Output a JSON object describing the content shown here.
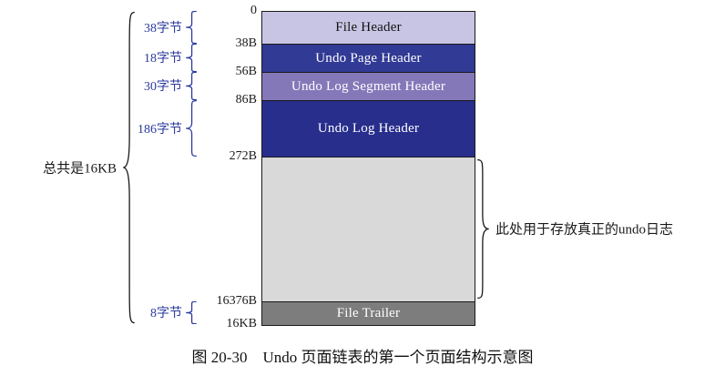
{
  "diagram": {
    "total_label": "总共是16KB",
    "right_annotation": "此处用于存放真正的undo日志",
    "caption": "图 20-30　Undo 页面链表的第一个页面结构示意图",
    "offsets": [
      "0",
      "38B",
      "56B",
      "86B",
      "272B",
      "16376B",
      "16KB"
    ],
    "size_labels": [
      "38字节",
      "18字节",
      "30字节",
      "186字节",
      "8字节"
    ],
    "blocks": [
      {
        "label": "File Header",
        "bg": "#c8c5e4",
        "text_color": "#111111"
      },
      {
        "label": "Undo Page Header",
        "bg": "#313a94",
        "text_color": "#ffffff"
      },
      {
        "label": "Undo Log Segment Header",
        "bg": "#8478b9",
        "text_color": "#ffffff"
      },
      {
        "label": "Undo Log Header",
        "bg": "#282e8c",
        "text_color": "#ffffff"
      },
      {
        "label": "",
        "bg": "#d9d9d9",
        "text_color": "#111111"
      },
      {
        "label": "File Trailer",
        "bg": "#7d7d7d",
        "text_color": "#ffffff"
      }
    ],
    "colors": {
      "size_label_blue": "#2b3a9c",
      "line_black": "#1a1a1a",
      "body_gray": "#d9d9d9"
    }
  }
}
